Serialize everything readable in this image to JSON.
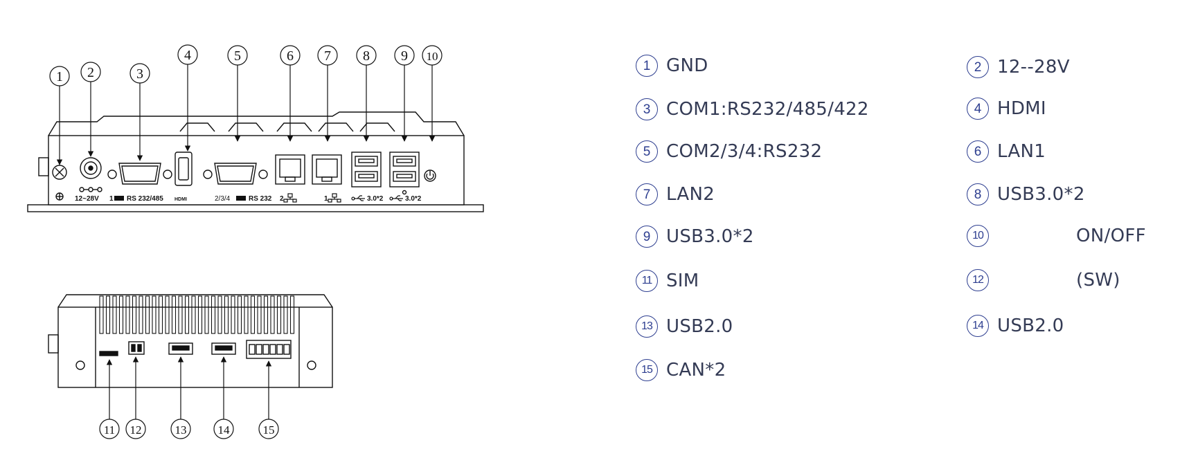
{
  "callouts": [
    "1",
    "2",
    "3",
    "4",
    "5",
    "6",
    "7",
    "8",
    "9",
    "10",
    "11",
    "12",
    "13",
    "14",
    "15"
  ],
  "port_labels": {
    "power": "12~28V",
    "com1": "1",
    "com1_type": "RS 232/485",
    "hdmi": "HDMI",
    "com234": "2/3/4",
    "com234_type": "RS 232",
    "lan2": "2",
    "lan1": "1",
    "usb_a": "3.0*2",
    "usb_b": "3.0*2"
  },
  "legend": [
    {
      "num": "1",
      "label": "GND"
    },
    {
      "num": "2",
      "label": "12--28V"
    },
    {
      "num": "3",
      "label": "COM1:RS232/485/422"
    },
    {
      "num": "4",
      "label": "HDMI"
    },
    {
      "num": "5",
      "label": "COM2/3/4:RS232"
    },
    {
      "num": "6",
      "label": "LAN1"
    },
    {
      "num": "7",
      "label": "LAN2"
    },
    {
      "num": "8",
      "label": "USB3.0*2"
    },
    {
      "num": "9",
      "label": "USB3.0*2"
    },
    {
      "num": "10",
      "label": "ON/OFF"
    },
    {
      "num": "11",
      "label": "SIM"
    },
    {
      "num": "12",
      "label": "(SW)"
    },
    {
      "num": "13",
      "label": "USB2.0"
    },
    {
      "num": "14",
      "label": "USB2.0"
    },
    {
      "num": "15",
      "label": "CAN*2"
    }
  ],
  "colors": {
    "callout_ring": "#2c3d8f",
    "legend_text": "#343b55",
    "line": "#111111"
  }
}
